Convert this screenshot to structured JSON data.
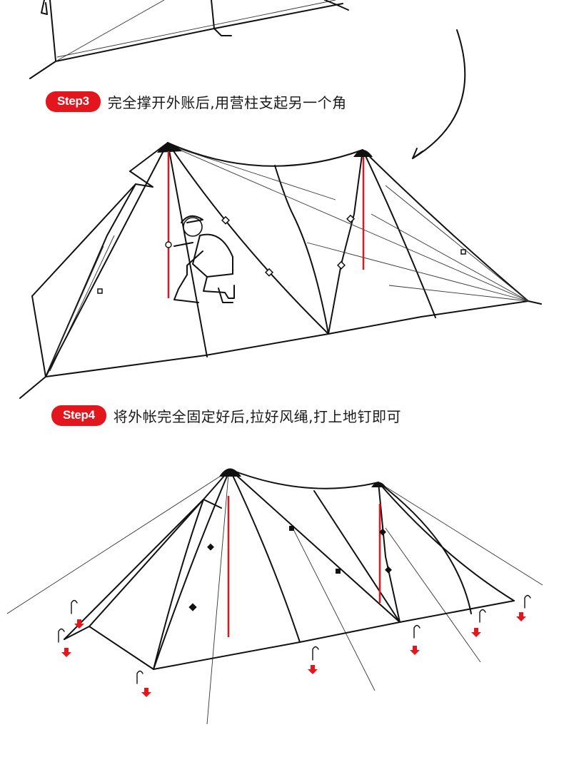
{
  "steps": [
    {
      "badge": "Step3",
      "text": "完全撑开外账后,用营柱支起另一个角"
    },
    {
      "badge": "Step4",
      "text": "将外帐完全固定好后,拉好风绳,打上地钉即可"
    }
  ],
  "colors": {
    "accent": "#e3151d",
    "line": "#111111"
  }
}
